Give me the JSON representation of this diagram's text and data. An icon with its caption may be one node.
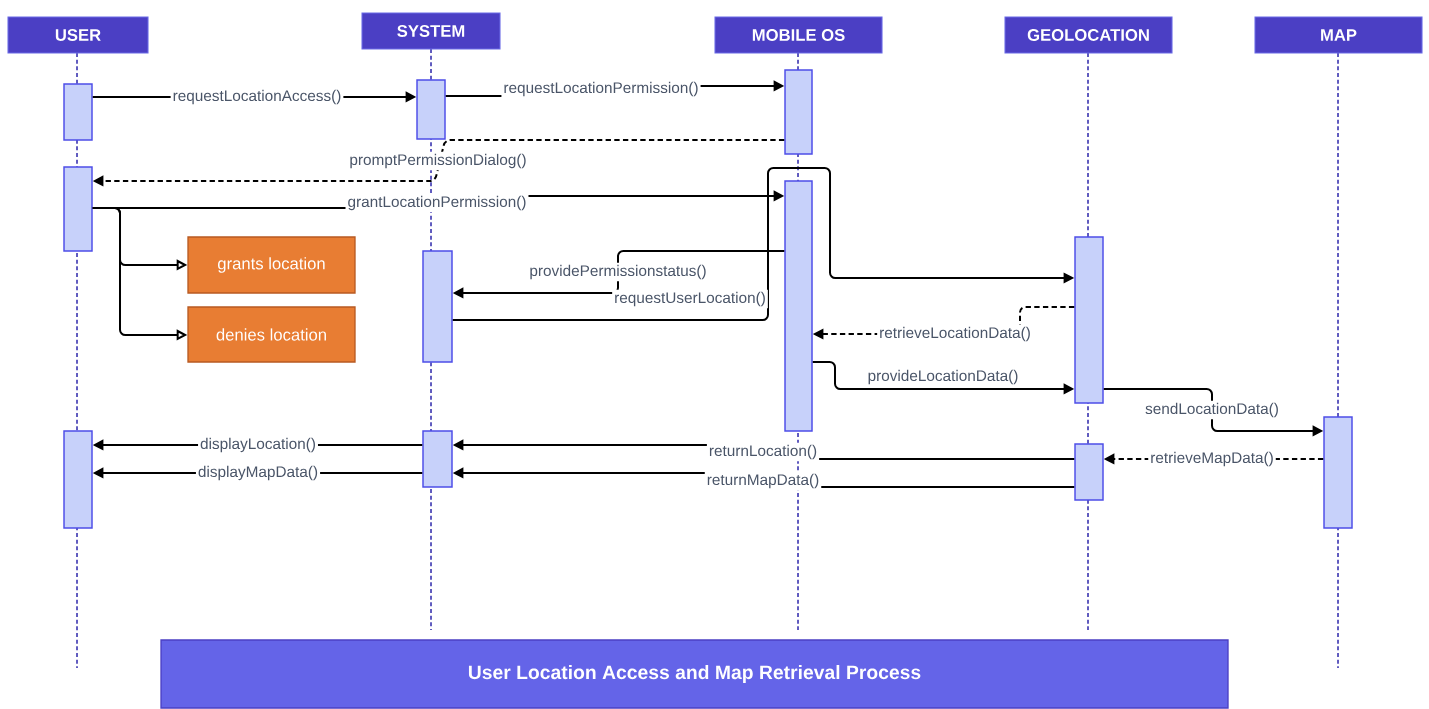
{
  "diagram": {
    "nodes": [
      {
        "text": [
          "USER"
        ]
      },
      {
        "text": [
          "SYSTEM"
        ]
      },
      {
        "text": [
          "MOBILE OS"
        ]
      },
      {
        "text": [
          "GEOLOCATION"
        ]
      },
      {
        "text": [
          "MAP"
        ]
      },
      {
        "text": [],
        "shape": "bar"
      },
      {
        "text": [],
        "shape": "bar"
      },
      {
        "text": [],
        "shape": "bar"
      },
      {
        "text": [],
        "shape": "bar"
      },
      {
        "text": [],
        "shape": "bar"
      },
      {
        "text": [],
        "shape": "bar"
      },
      {
        "text": [],
        "shape": "bar"
      },
      {
        "text": [],
        "shape": "bar"
      },
      {
        "text": [],
        "shape": "bar"
      },
      {
        "text": [],
        "shape": "bar"
      },
      {
        "text": [],
        "shape": "bar"
      },
      {
        "text": [
          "grants location"
        ]
      },
      {
        "text": [
          "denies location"
        ]
      },
      {
        "text": [
          "User Location Access and Map Retrieval Process"
        ]
      }
    ],
    "edges": [
      {
        "from": 5,
        "to": 8,
        "arrow": "to",
        "label": "requestLocationAccess()"
      },
      {
        "from": 8,
        "to": 11,
        "arrow": "to",
        "label": "requestLocationPermission()"
      },
      {
        "from": 11,
        "to": 6,
        "arrow": "to",
        "label": "promptPermissionDialog()",
        "style": "dashed"
      },
      {
        "from": 6,
        "to": 12,
        "arrow": "to",
        "label": "grantLocationPermission()"
      },
      {
        "from": 6,
        "to": 16,
        "arrow": "to"
      },
      {
        "from": 6,
        "to": 17,
        "arrow": "to"
      },
      {
        "from": 12,
        "to": 9,
        "arrow": "to",
        "label": "providePermissionstatus()"
      },
      {
        "from": 9,
        "to": 13,
        "arrow": "to",
        "label": "requestUserLocation()"
      },
      {
        "from": 13,
        "to": 12,
        "arrow": "to",
        "label": "retrieveLocationData()",
        "style": "dashed"
      },
      {
        "from": 12,
        "to": 13,
        "arrow": "to",
        "label": "provideLocationData()"
      },
      {
        "from": 13,
        "to": 15,
        "arrow": "to",
        "label": "sendLocationData()"
      },
      {
        "from": 15,
        "to": 14,
        "arrow": "to",
        "label": "retrieveMapData()",
        "style": "dashed"
      },
      {
        "from": 14,
        "to": 10,
        "arrow": "to",
        "label": "returnLocation()"
      },
      {
        "from": 14,
        "to": 10,
        "arrow": "to",
        "label": "returnMapData()"
      },
      {
        "from": 10,
        "to": 7,
        "arrow": "to",
        "label": "displayLocation()"
      },
      {
        "from": 10,
        "to": 7,
        "arrow": "to",
        "label": "displayMapData()"
      }
    ]
  }
}
